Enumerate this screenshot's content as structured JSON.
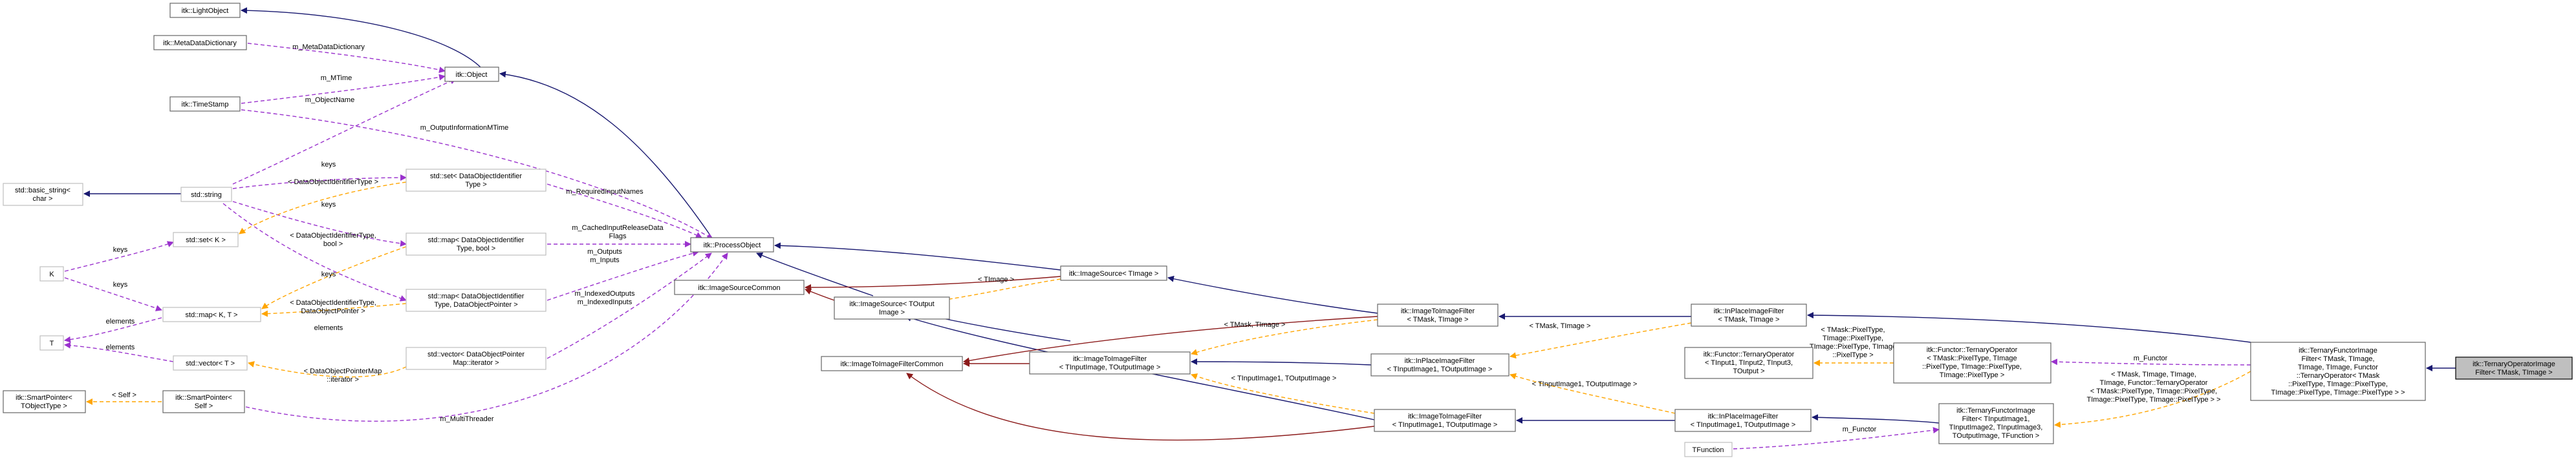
{
  "nodes": {
    "light_object": [
      "itk::LightObject"
    ],
    "meta_data_dictionary": [
      "itk::MetaDataDictionary"
    ],
    "object": [
      "itk::Object"
    ],
    "time_stamp": [
      "itk::TimeStamp"
    ],
    "basic_string": [
      "std::basic_string<",
      "char >"
    ],
    "std_string": [
      "std::string"
    ],
    "set_k": [
      "std::set< K >"
    ],
    "k": [
      "K"
    ],
    "map_kt": [
      "std::map< K, T >"
    ],
    "t": [
      "T"
    ],
    "vector_t": [
      "std::vector< T >"
    ],
    "smart_pointer_tobject": [
      "itk::SmartPointer<",
      "TObjectType >"
    ],
    "smart_pointer_self": [
      "itk::SmartPointer<",
      "Self >"
    ],
    "set_dataobjectid": [
      "std::set< DataObjectIdentifier",
      "Type >"
    ],
    "map_dataobjectid_bool": [
      "std::map< DataObjectIdentifier",
      "Type, bool >"
    ],
    "map_dataobjectid_ptr": [
      "std::map< DataObjectIdentifier",
      "Type, DataObjectPointer >"
    ],
    "vector_dataobjectptr": [
      "std::vector< DataObjectPointer",
      "Map::iterator >"
    ],
    "process_object": [
      "itk::ProcessObject"
    ],
    "image_source_common": [
      "itk::ImageSourceCommon"
    ],
    "image_source_toutput": [
      "itk::ImageSource< TOutput",
      "Image >"
    ],
    "image_to_image_filter_common": [
      "itk::ImageToImageFilterCommon"
    ],
    "image_source_timage": [
      "itk::ImageSource< TImage >"
    ],
    "image_to_image_filter_tmask": [
      "itk::ImageToImageFilter",
      "< TMask, TImage >"
    ],
    "image_to_image_filter_tin_tout": [
      "itk::ImageToImageFilter",
      "< TInputImage, TOutputImage >"
    ],
    "inplace_filter_tin1_tout": [
      "itk::InPlaceImageFilter",
      "< TInputImage1, TOutputImage >"
    ],
    "image_to_image_filter_tin1_tout": [
      "itk::ImageToImageFilter",
      "< TInputImage1, TOutputImage >"
    ],
    "inplace_filter_tmask": [
      "itk::InPlaceImageFilter",
      "< TMask, TImage >"
    ],
    "inplace_filter_tin1_tout_b": [
      "itk::InPlaceImageFilter",
      "< TInputImage1, TOutputImage >"
    ],
    "functor_ternary_operator": [
      "itk::Functor::TernaryOperator",
      "< TInput1, TInput2, TInput3,",
      "TOutput >"
    ],
    "tfunction": [
      "TFunction"
    ],
    "functor_ternary_operator_tmask": [
      "itk::Functor::TernaryOperator",
      "< TMask::PixelType, TImage",
      "::PixelType, TImage::PixelType,",
      "TImage::PixelType >"
    ],
    "ternary_functor_filter_generic": [
      "itk::TernaryFunctorImage",
      "Filter< TInputImage1,",
      "TInputImage2, TInputImage3,",
      "TOutputImage, TFunction >"
    ],
    "ternary_functor_filter_tmask": [
      "itk::TernaryFunctorImage",
      "Filter< TMask, TImage,",
      "TImage, TImage, Functor",
      "::TernaryOperator< TMask",
      "::PixelType, TImage::PixelType,",
      "TImage::PixelType, TImage::PixelType > >"
    ],
    "ternary_operator_filter": [
      "itk::TernaryOperatorImage",
      "Filter< TMask, TImage >"
    ]
  },
  "edge_labels": {
    "meta_data_dictionary": [
      "m_MetaDataDictionary"
    ],
    "m_mtime": [
      "m_MTime"
    ],
    "m_object_name": [
      "m_ObjectName"
    ],
    "m_output_information_mtime": [
      "m_OutputInformationMTime"
    ],
    "keys_set_dataobjectid": [
      "keys"
    ],
    "keys_map_bool": [
      "keys"
    ],
    "keys_map_ptr": [
      "keys"
    ],
    "set_dataobjectid_type_tpl": [
      "< DataObjectIdentifierType >"
    ],
    "map_bool_tpl": [
      "< DataObjectIdentifierType,",
      "bool >"
    ],
    "map_ptr_tpl": [
      "< DataObjectIdentifierType,",
      "DataObjectPointer >"
    ],
    "keys_set_k": [
      "keys"
    ],
    "keys_map_k": [
      "keys"
    ],
    "elements_map_t": [
      "elements"
    ],
    "elements_vector_t": [
      "elements"
    ],
    "elements_smart_ptr": [
      "elements"
    ],
    "self_tpl": [
      "< Self >"
    ],
    "dataobjectpointermap_iterator": [
      "< DataObjectPointerMap",
      "::iterator >"
    ],
    "required_input_names": [
      "m_RequiredInputNames"
    ],
    "cached_input_release": [
      "m_CachedInputReleaseData",
      "Flags"
    ],
    "outputs_inputs": [
      "m_Outputs",
      "m_Inputs"
    ],
    "indexed_outputs_inputs": [
      "m_IndexedOutputs",
      "m_IndexedInputs"
    ],
    "multi_threader": [
      "m_MultiThreader"
    ],
    "timage_tpl": [
      "< TImage >"
    ],
    "tmask_timage_tpl_1": [
      "< TMask, TImage >"
    ],
    "tmask_timage_tpl_2": [
      "< TMask, TImage >"
    ],
    "tin1_tout_tpl_1": [
      "< TInputImage1, TOutputImage >"
    ],
    "tin1_tout_tpl_2": [
      "< TInputImage1, TOutputImage >"
    ],
    "m_functor_1": [
      "m_Functor"
    ],
    "m_functor_2": [
      "m_Functor"
    ],
    "functor_op_tpl": [
      "< TMask::PixelType,",
      "TImage::PixelType,",
      "TImage::PixelType, TImage",
      "::PixelType >"
    ],
    "ternary_filter_tpl": [
      "< TMask, TImage, TImage,",
      "TImage, Functor::TernaryOperator",
      "< TMask::PixelType, TImage::PixelType,",
      "TImage::PixelType, TImage::PixelType > >"
    ]
  },
  "colors": {
    "inheritance": "#191970",
    "usage": "#9a32cd",
    "template": "#ffa500",
    "private_inheritance": "#8b1a1a",
    "focus_fill": "#bfbfbf"
  }
}
